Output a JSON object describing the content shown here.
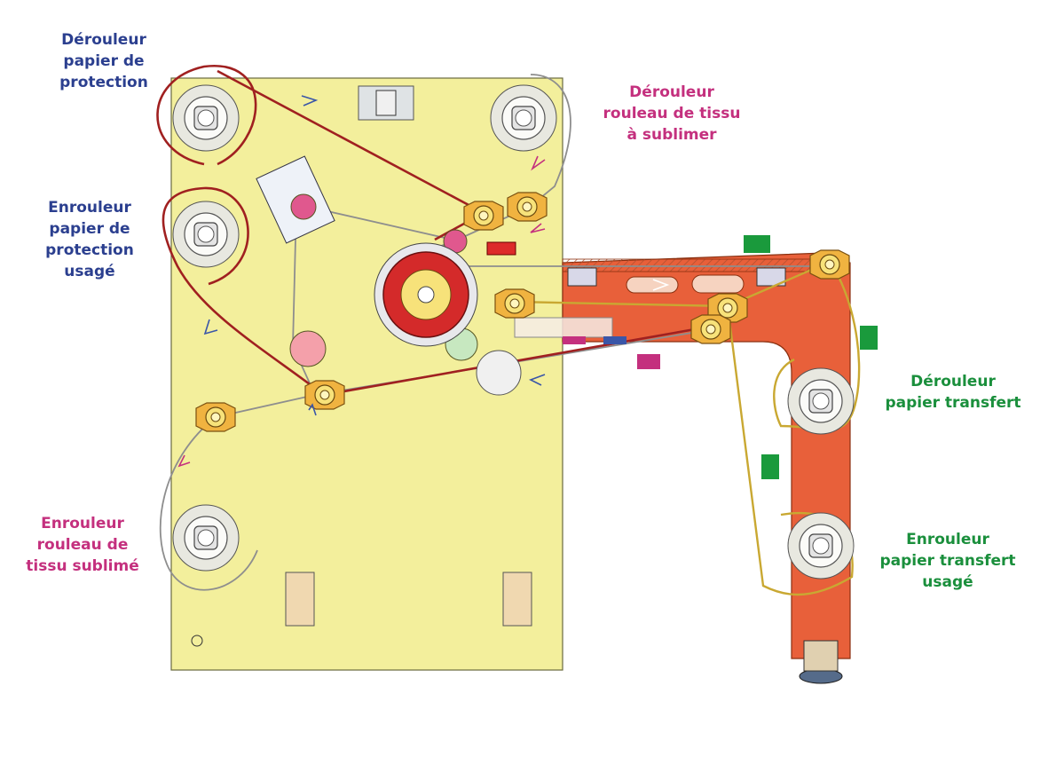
{
  "labels": {
    "derouleur_protection": [
      "Dérouleur",
      "papier de",
      "protection"
    ],
    "enrouleur_protection": [
      "Enrouleur",
      "papier de",
      "protection",
      "usagé"
    ],
    "derouleur_tissu": [
      "Dérouleur",
      "rouleau de tissu",
      "à sublimer"
    ],
    "enrouleur_tissu": [
      "Enrouleur",
      "rouleau de",
      "tissu sublimé"
    ],
    "derouleur_transfert": [
      "Dérouleur",
      "papier transfert"
    ],
    "enrouleur_transfert": [
      "Enrouleur",
      "papier transfert",
      "usagé"
    ]
  },
  "colors": {
    "blue_label": "#2b3f8f",
    "magenta_label": "#c4307e",
    "green_label": "#1a8f3c",
    "main_plate": "#f3ef9c",
    "arm": "#e8603a",
    "protection_paper": "#a02020",
    "transfer_paper": "#d6b838",
    "drum": "#d42a2a",
    "fabric_web": "#9a9a9a"
  }
}
